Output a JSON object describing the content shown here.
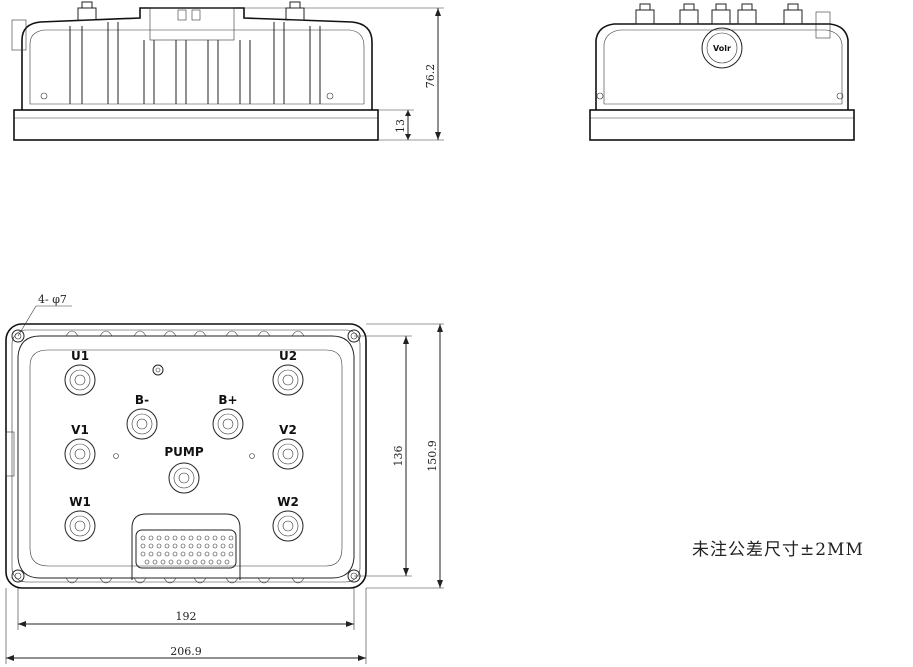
{
  "dimensions": {
    "height_total": "76.2",
    "base_height": "13",
    "hole_spec": "4- φ7",
    "inner_height": "136",
    "outer_height": "150.9",
    "inner_width": "192",
    "outer_width": "206.9"
  },
  "terminals": {
    "u1": "U1",
    "u2": "U2",
    "v1": "V1",
    "v2": "V2",
    "w1": "W1",
    "w2": "W2",
    "b_minus": "B-",
    "b_plus": "B+",
    "pump": "PUMP"
  },
  "logo_text": "Volr",
  "tolerance_note": "未注公差尺寸±2MM"
}
